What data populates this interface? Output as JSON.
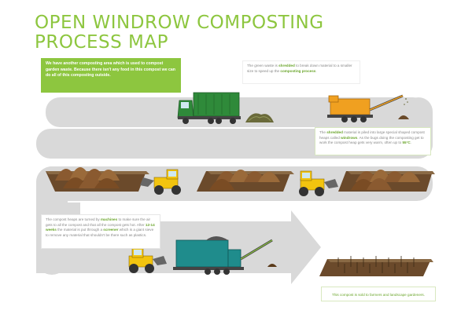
{
  "title": {
    "line1": "OPEN WINDROW COMPOSTING",
    "line2": "PROCESS MAP"
  },
  "intro": {
    "text": "We have another composting area which is used to compost garden waste. Because there isn't any food in this compost we can do all of this composting outside."
  },
  "steps": {
    "shredding": {
      "before": "The green waste is ",
      "keyword": "shredded",
      "after": " to break down material to a smaller size to speed up the ",
      "keyword2": "composting process",
      "end": "."
    },
    "windrows": {
      "before": "The ",
      "keyword": "shredded",
      "mid": " material is piled into large special shaped compost heaps called ",
      "keyword2": "windrows",
      "after": ". As the bugs doing the composting get to work the compost heap gets very warm, often up to ",
      "keyword3": "55°C",
      "end": "."
    },
    "turning": {
      "before": "The compost heaps are turned by ",
      "keyword": "machines",
      "mid": " to make sure the air gets to all the compost and that all the compost gets hot. After ",
      "keyword2": "12-14 weeks",
      "after": " the material is put through a ",
      "keyword3": "screener",
      "end": " which is a giant sieve to remove any material that shouldn't be there such as plastics."
    },
    "end": {
      "text": "This compost is sold to farmers and landscape gardeners."
    }
  },
  "colors": {
    "accent_green": "#8dc63f",
    "flow_grey": "#d9d9d9",
    "truck_green": "#2f8a3a",
    "shredder_orange": "#f0a020",
    "loader_yellow": "#f2c40f",
    "screener_teal": "#1f8c8c",
    "soil_brown": "#6b4a2b"
  },
  "icons": {
    "truck": "green-waste-truck-icon",
    "shredder": "shredder-machine-icon",
    "loader": "front-loader-icon",
    "screener": "screener-machine-icon",
    "windrow": "windrow-heap-icon",
    "field": "planted-field-icon"
  }
}
